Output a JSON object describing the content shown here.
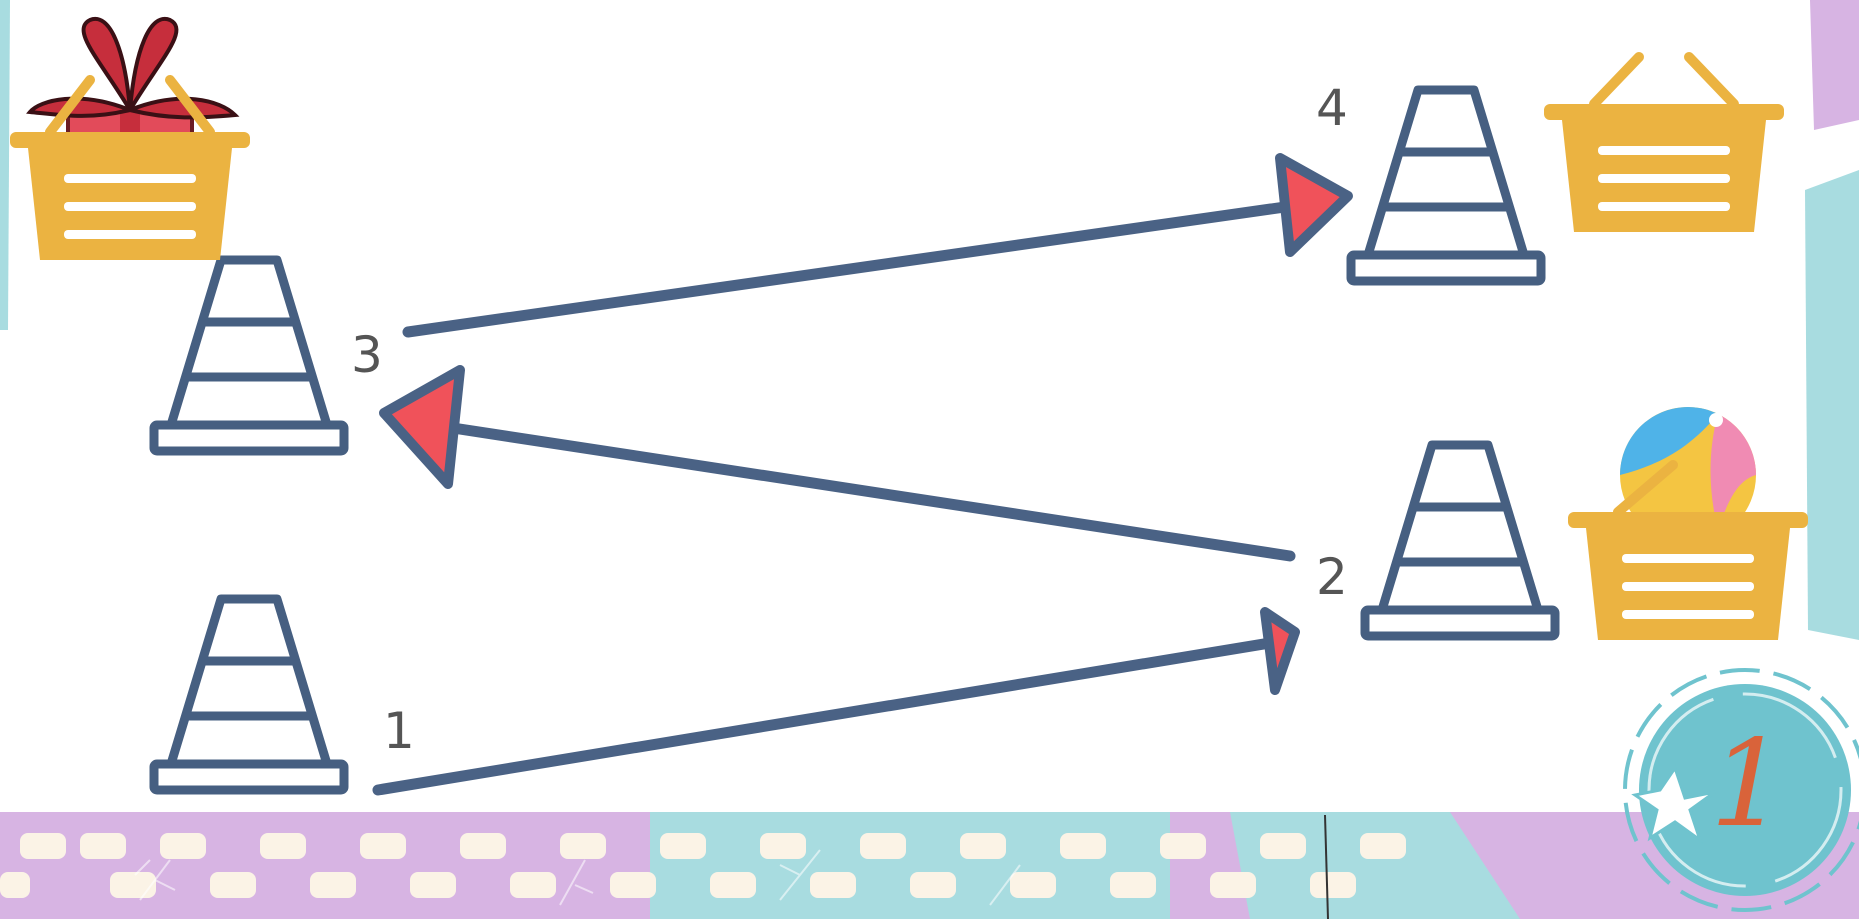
{
  "colors": {
    "cone_stroke": "#465F81",
    "arrow_line": "#4A6285",
    "arrow_head": "#F0525A",
    "basket": "#EBB341",
    "gift_box": "#E24B5A",
    "gift_ribbon": "#C62E3C",
    "ball_blue": "#4FB3E8",
    "ball_pink": "#F08BB3",
    "ball_yellow": "#F4C542",
    "badge": "#6FC3CE",
    "badge_number": "#D9633A",
    "border_purple": "#D7B4E3",
    "border_teal": "#A8DCE0"
  },
  "stations": [
    {
      "id": "1",
      "label": "1"
    },
    {
      "id": "2",
      "label": "2"
    },
    {
      "id": "3",
      "label": "3"
    },
    {
      "id": "4",
      "label": "4"
    }
  ],
  "route": [
    {
      "from": "1",
      "to": "2"
    },
    {
      "from": "2",
      "to": "3"
    },
    {
      "from": "3",
      "to": "4"
    }
  ],
  "baskets": [
    {
      "name": "gift-basket",
      "contents": "gift-icon"
    },
    {
      "name": "ball-basket",
      "contents": "beach-ball-icon"
    },
    {
      "name": "empty-basket",
      "contents": "none"
    }
  ],
  "badge": {
    "number": "1",
    "icon": "star-icon"
  }
}
